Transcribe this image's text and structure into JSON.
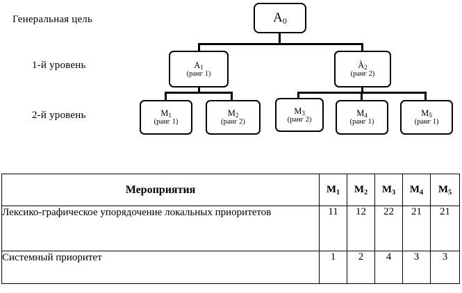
{
  "diagram": {
    "row_labels": [
      {
        "id": "goal",
        "text": "Генеральная цель"
      },
      {
        "id": "lvl1",
        "text": "1-й уровень"
      },
      {
        "id": "lvl2",
        "text": "2-й уровень"
      }
    ],
    "nodes": {
      "a0": {
        "name": "A",
        "sub": "0",
        "rank": ""
      },
      "a1": {
        "name": "A",
        "sub": "1",
        "rank": "(ранг 1)"
      },
      "a2": {
        "name": "À",
        "sub": "2",
        "rank": "(ранг 2)"
      },
      "m1": {
        "name": "M",
        "sub": "1",
        "rank": "(ранг 1)"
      },
      "m2": {
        "name": "M",
        "sub": "2",
        "rank": "(ранг 2)"
      },
      "m3": {
        "name": "M",
        "sub": "3",
        "rank": "(ранг 2)"
      },
      "m4": {
        "name": "M",
        "sub": "4",
        "rank": "(ранг 1)"
      },
      "m5": {
        "name": "M",
        "sub": "5",
        "rank": "(ранг 1)"
      }
    }
  },
  "table": {
    "headers": {
      "name": "Мероприятия",
      "measures": [
        {
          "name": "M",
          "sub": "1"
        },
        {
          "name": "M",
          "sub": "2"
        },
        {
          "name": "M",
          "sub": "3"
        },
        {
          "name": "M",
          "sub": "4"
        },
        {
          "name": "M",
          "sub": "5"
        }
      ]
    },
    "rows": [
      {
        "label": "Лексико-графическое упорядочение локальных приоритетов",
        "values": [
          "11",
          "12",
          "22",
          "21",
          "21"
        ]
      },
      {
        "label": "Системный приоритет",
        "values": [
          "1",
          "2",
          "4",
          "3",
          "3"
        ]
      }
    ]
  },
  "colors": {
    "line": "#000000",
    "background": "#ffffff",
    "text": "#000000"
  }
}
